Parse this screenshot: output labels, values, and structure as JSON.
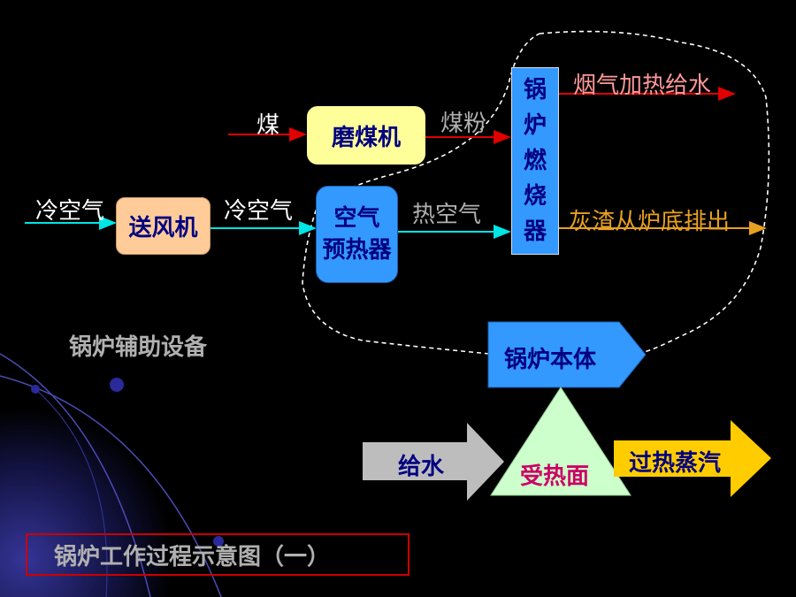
{
  "inputs": {
    "coal": "煤",
    "cold_air_in": "冷空气",
    "cold_air_mid": "冷空气",
    "coal_powder": "煤粉",
    "hot_air": "热空气"
  },
  "boxes": {
    "mill": "磨煤机",
    "fan": "送风机",
    "air_heater_line1": "空气",
    "air_heater_line2": "预热器",
    "burner": [
      "锅",
      "炉",
      "燃",
      "烧",
      "器"
    ],
    "boiler_body": "锅炉本体",
    "heating_surface": "受热面",
    "feed_water": "给水",
    "superheated_steam": "过热蒸汽"
  },
  "outputs": {
    "flue_gas": "烟气加热给水",
    "ash": "灰渣从炉底排出"
  },
  "aux_label": "锅炉辅助设备",
  "caption": "锅炉工作过程示意图（一）",
  "colors": {
    "cyan": "#00e5e5",
    "red": "#e00000",
    "orange": "#e8a020",
    "yellow_box": "#ffff99",
    "peach_box": "#ffcc99",
    "blue_box": "#3399ff",
    "navy_text": "#000080",
    "gray_text": "#b0b0b0",
    "magenta_text": "#cc0066",
    "caption_border": "#cc0000"
  }
}
